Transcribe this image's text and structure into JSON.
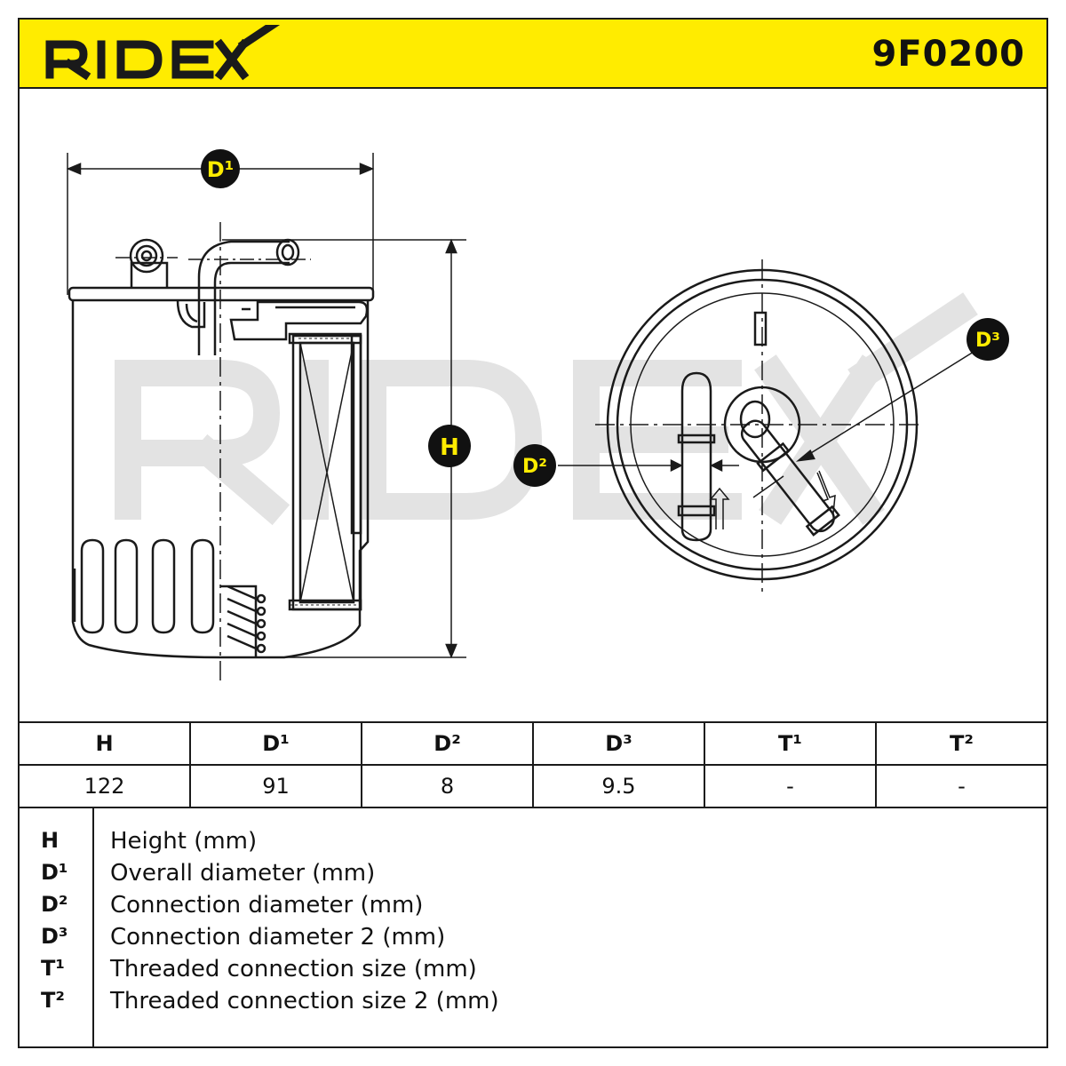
{
  "brand": {
    "name": "RIDEX",
    "color_yellow": "#ffec00",
    "color_dark": "#1a1a1a"
  },
  "part_number": "9F0200",
  "diagram": {
    "watermark": "RIDEX",
    "labels": {
      "d1": "D¹",
      "h": "H",
      "d2": "D²",
      "d3": "D³"
    }
  },
  "table": {
    "headers": [
      "H",
      "D¹",
      "D²",
      "D³",
      "T¹",
      "T²"
    ],
    "values": [
      "122",
      "91",
      "8",
      "9.5",
      "-",
      "-"
    ]
  },
  "legend": [
    {
      "code": "H",
      "desc": "Height (mm)"
    },
    {
      "code": "D¹",
      "desc": "Overall diameter (mm)"
    },
    {
      "code": "D²",
      "desc": "Connection diameter (mm)"
    },
    {
      "code": "D³",
      "desc": "Connection diameter 2 (mm)"
    },
    {
      "code": "T¹",
      "desc": "Threaded connection size (mm)"
    },
    {
      "code": "T²",
      "desc": "Threaded connection size 2 (mm)"
    }
  ]
}
